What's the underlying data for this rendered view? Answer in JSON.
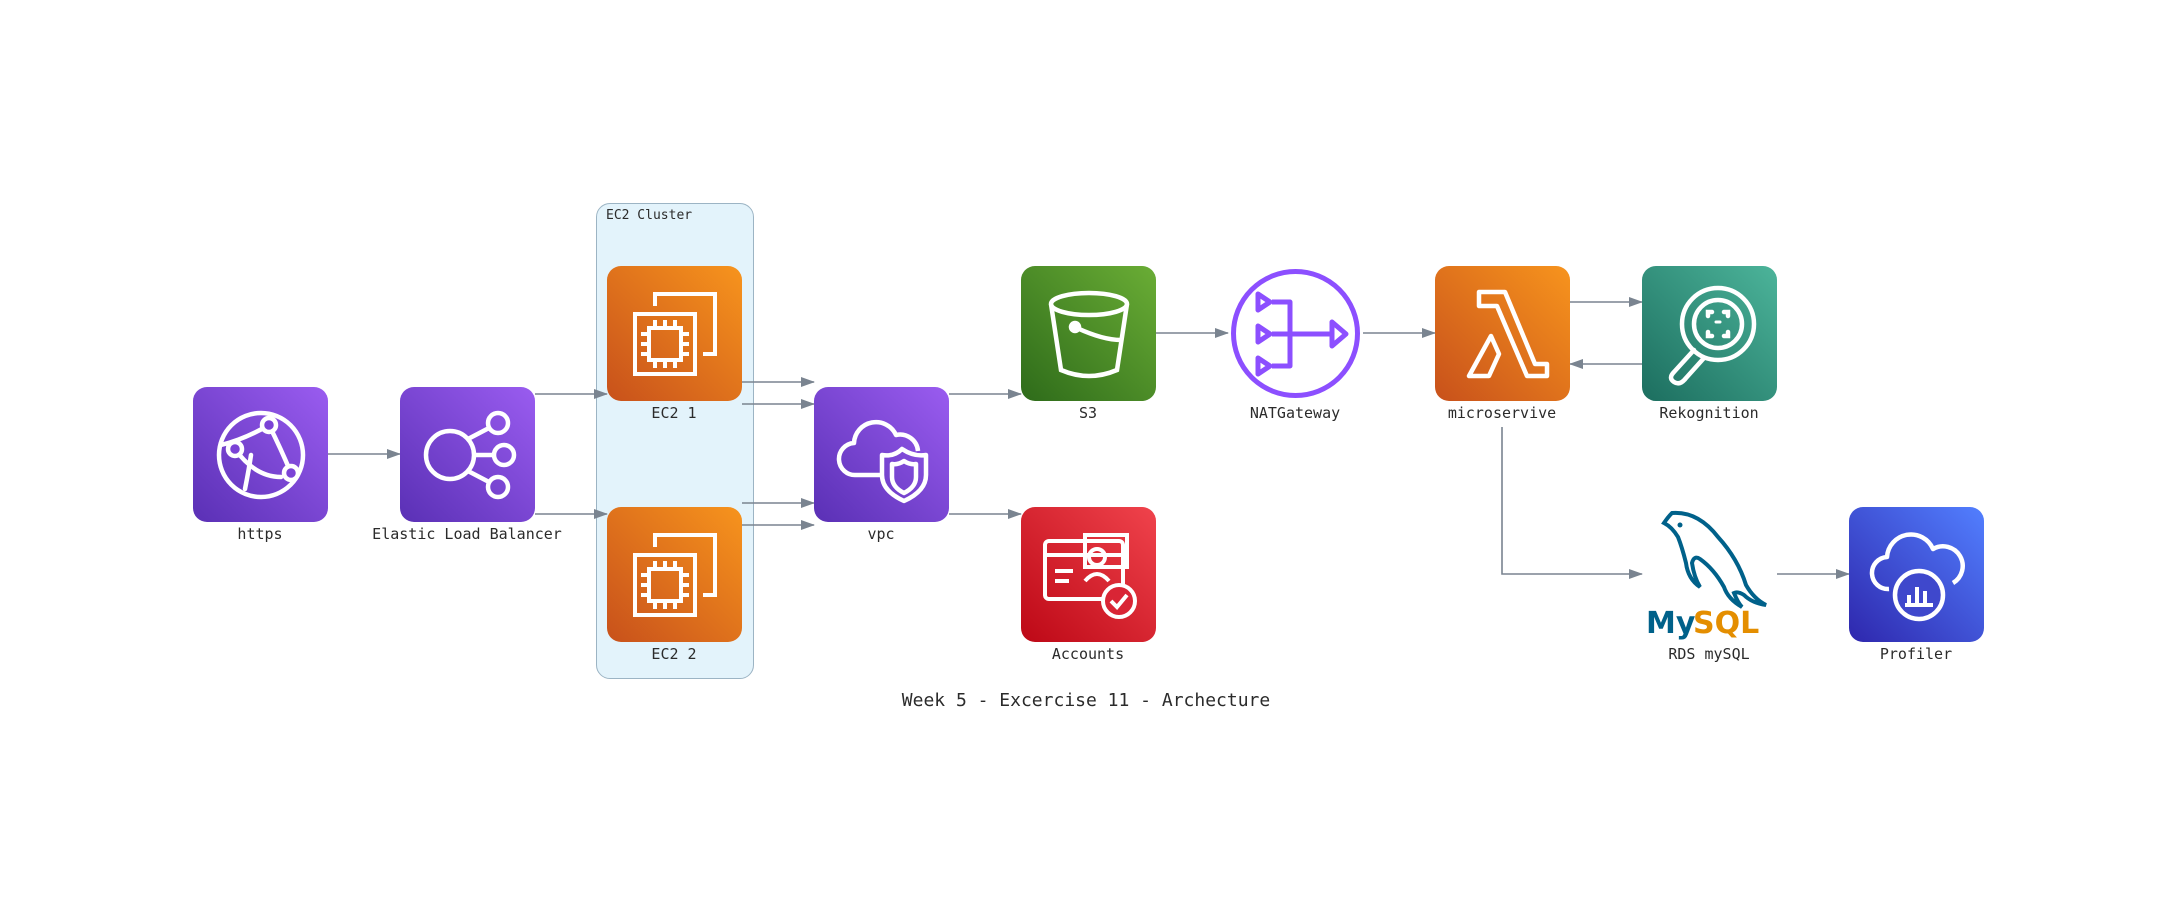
{
  "diagram": {
    "title": "Week 5 - Excercise 11 - Archecture",
    "cluster": {
      "label": "EC2 Cluster"
    },
    "nodes": {
      "https": {
        "label": "https"
      },
      "elb": {
        "label": "Elastic Load Balancer"
      },
      "ec2_1": {
        "label": "EC2 1"
      },
      "ec2_2": {
        "label": "EC2  2"
      },
      "vpc": {
        "label": "vpc"
      },
      "s3": {
        "label": "S3"
      },
      "accounts": {
        "label": "Accounts"
      },
      "natgateway": {
        "label": "NATGateway"
      },
      "microservive": {
        "label": "microservive"
      },
      "rekognition": {
        "label": "Rekognition"
      },
      "rds": {
        "label": "RDS mySQL",
        "logo_text": "MySQL"
      },
      "profiler": {
        "label": "Profiler"
      }
    },
    "edges": [
      {
        "from": "https",
        "to": "elb"
      },
      {
        "from": "elb",
        "to": "ec2_1"
      },
      {
        "from": "elb",
        "to": "ec2_2"
      },
      {
        "from": "ec2_1",
        "to": "vpc"
      },
      {
        "from": "ec2_1",
        "to": "vpc"
      },
      {
        "from": "ec2_2",
        "to": "vpc"
      },
      {
        "from": "ec2_2",
        "to": "vpc"
      },
      {
        "from": "vpc",
        "to": "s3"
      },
      {
        "from": "vpc",
        "to": "accounts"
      },
      {
        "from": "s3",
        "to": "natgateway"
      },
      {
        "from": "natgateway",
        "to": "microservive"
      },
      {
        "from": "microservive",
        "to": "rekognition"
      },
      {
        "from": "rekognition",
        "to": "microservive"
      },
      {
        "from": "microservive",
        "to": "rds"
      },
      {
        "from": "rds",
        "to": "profiler"
      }
    ],
    "colors": {
      "purple": "#7b43d6",
      "orange": "#e8761c",
      "green": "#3f8624",
      "red": "#d92535",
      "teal": "#23917c",
      "blue": "#3f48cc",
      "edge": "#7a8490",
      "mysql_blue": "#00618a",
      "mysql_orange": "#e48e00"
    }
  }
}
